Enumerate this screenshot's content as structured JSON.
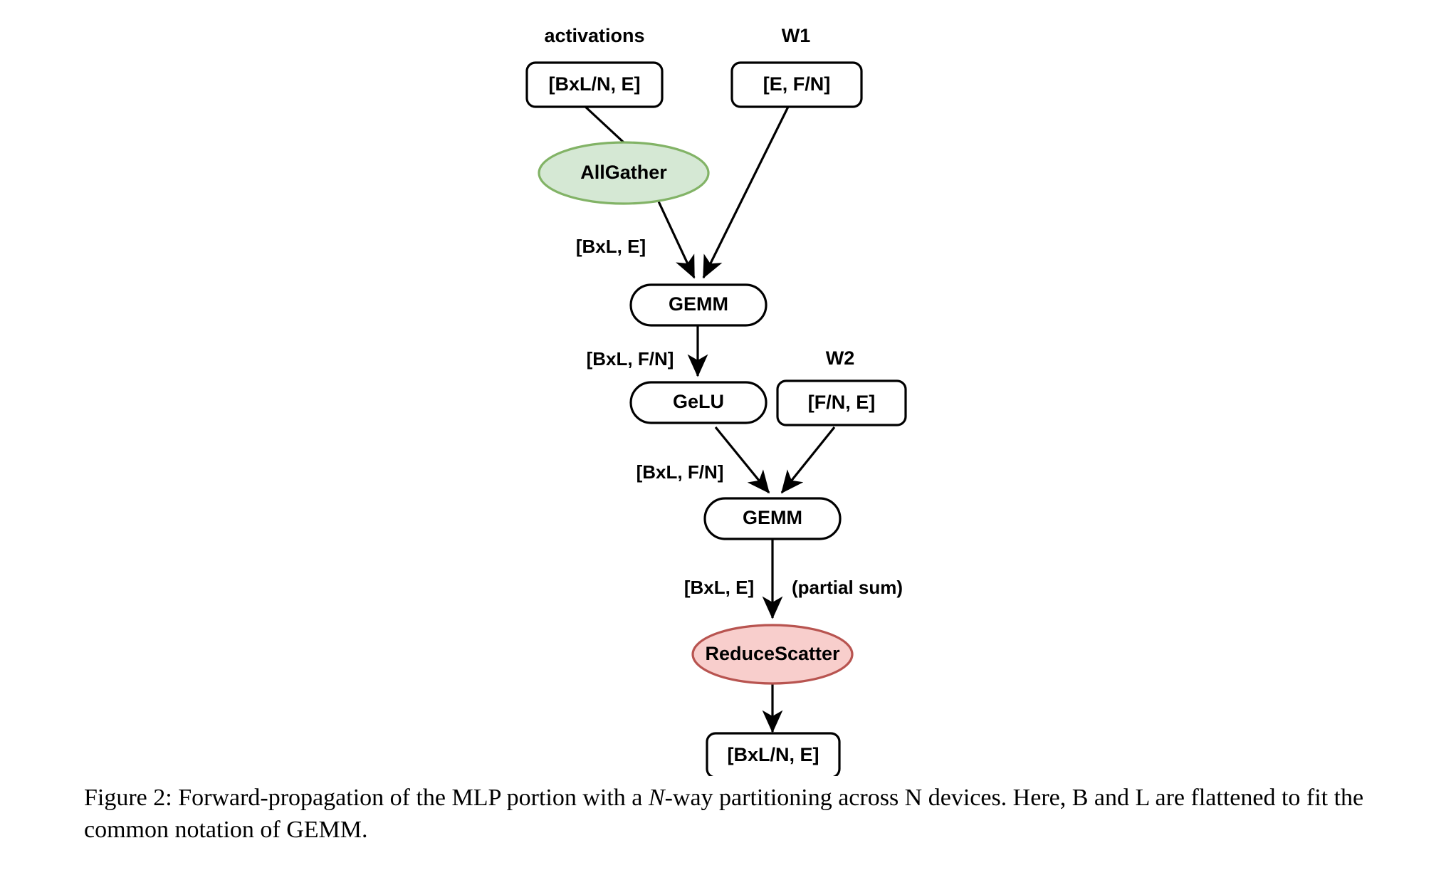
{
  "figure": {
    "caption_prefix": "Figure 2:",
    "caption_part1": " Forward-propagation of the MLP portion with a ",
    "caption_italic": "N",
    "caption_part2": "-way partitioning across N devices.  Here, B and L are flattened to fit the common notation of GEMM."
  },
  "colors": {
    "allgather_fill": "#d5e8d4",
    "allgather_stroke": "#82b366",
    "reducescatter_fill": "#f8cecc",
    "reducescatter_stroke": "#b85450",
    "box_fill": "#ffffff",
    "stroke": "#000000"
  },
  "group_labels": {
    "activations": "activations",
    "w1": "W1",
    "w2": "W2"
  },
  "nodes": {
    "activations_tensor": "[BxL/N, E]",
    "w1_tensor": "[E, F/N]",
    "allgather": "AllGather",
    "gemm1": "GEMM",
    "gelu": "GeLU",
    "w2_tensor": "[F/N, E]",
    "gemm2": "GEMM",
    "reducescatter": "ReduceScatter",
    "output_tensor": "[BxL/N, E]"
  },
  "edge_labels": {
    "allgather_out": "[BxL, E]",
    "gemm1_out": "[BxL, F/N]",
    "gelu_out": "[BxL, F/N]",
    "gemm2_out": "[BxL, E]",
    "gemm2_out_note": "(partial sum)"
  },
  "chart_data": {
    "type": "diagram",
    "title": "Forward-propagation of the MLP portion with N-way partitioning",
    "orientation": "top-to-bottom dataflow graph",
    "node_list": [
      {
        "id": "activations_tensor",
        "label": "[BxL/N, E]",
        "shape": "rounded-rect",
        "group": "activations"
      },
      {
        "id": "w1_tensor",
        "label": "[E, F/N]",
        "shape": "rounded-rect",
        "group": "W1"
      },
      {
        "id": "allgather",
        "label": "AllGather",
        "shape": "ellipse",
        "fill": "#d5e8d4"
      },
      {
        "id": "gemm1",
        "label": "GEMM",
        "shape": "stadium"
      },
      {
        "id": "gelu",
        "label": "GeLU",
        "shape": "stadium"
      },
      {
        "id": "w2_tensor",
        "label": "[F/N, E]",
        "shape": "rounded-rect",
        "group": "W2"
      },
      {
        "id": "gemm2",
        "label": "GEMM",
        "shape": "stadium"
      },
      {
        "id": "reducescatter",
        "label": "ReduceScatter",
        "shape": "ellipse",
        "fill": "#f8cecc"
      },
      {
        "id": "output_tensor",
        "label": "[BxL/N, E]",
        "shape": "rounded-rect"
      }
    ],
    "edge_list": [
      {
        "from": "activations_tensor",
        "to": "allgather",
        "label": ""
      },
      {
        "from": "allgather",
        "to": "gemm1",
        "label": "[BxL, E]"
      },
      {
        "from": "w1_tensor",
        "to": "gemm1",
        "label": ""
      },
      {
        "from": "gemm1",
        "to": "gelu",
        "label": "[BxL, F/N]"
      },
      {
        "from": "gelu",
        "to": "gemm2",
        "label": "[BxL, F/N]"
      },
      {
        "from": "w2_tensor",
        "to": "gemm2",
        "label": ""
      },
      {
        "from": "gemm2",
        "to": "reducescatter",
        "label": "[BxL, E] (partial sum)"
      },
      {
        "from": "reducescatter",
        "to": "output_tensor",
        "label": ""
      }
    ]
  }
}
